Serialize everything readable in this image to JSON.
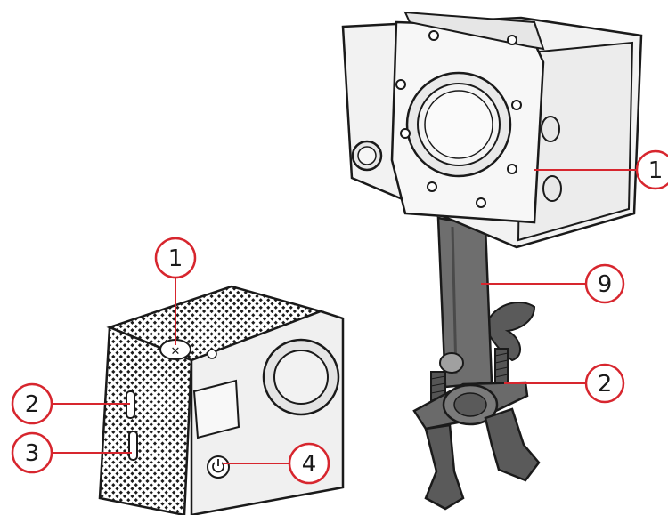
{
  "figure": {
    "callouts": [
      {
        "id": "housing",
        "label": "1"
      },
      {
        "id": "pole",
        "label": "9"
      },
      {
        "id": "clamp",
        "label": "2"
      },
      {
        "id": "camera-top-button",
        "label": "1"
      },
      {
        "id": "camera-side-upper",
        "label": "2"
      },
      {
        "id": "camera-side-lower",
        "label": "3"
      },
      {
        "id": "camera-power-button",
        "label": "4"
      }
    ],
    "colors": {
      "callout_ring": "#d7262e",
      "outline": "#1a1a1a",
      "housing_fill": "#f2f2f2",
      "mount_fill": "#707070",
      "mount_dark": "#4a4a4a"
    }
  }
}
